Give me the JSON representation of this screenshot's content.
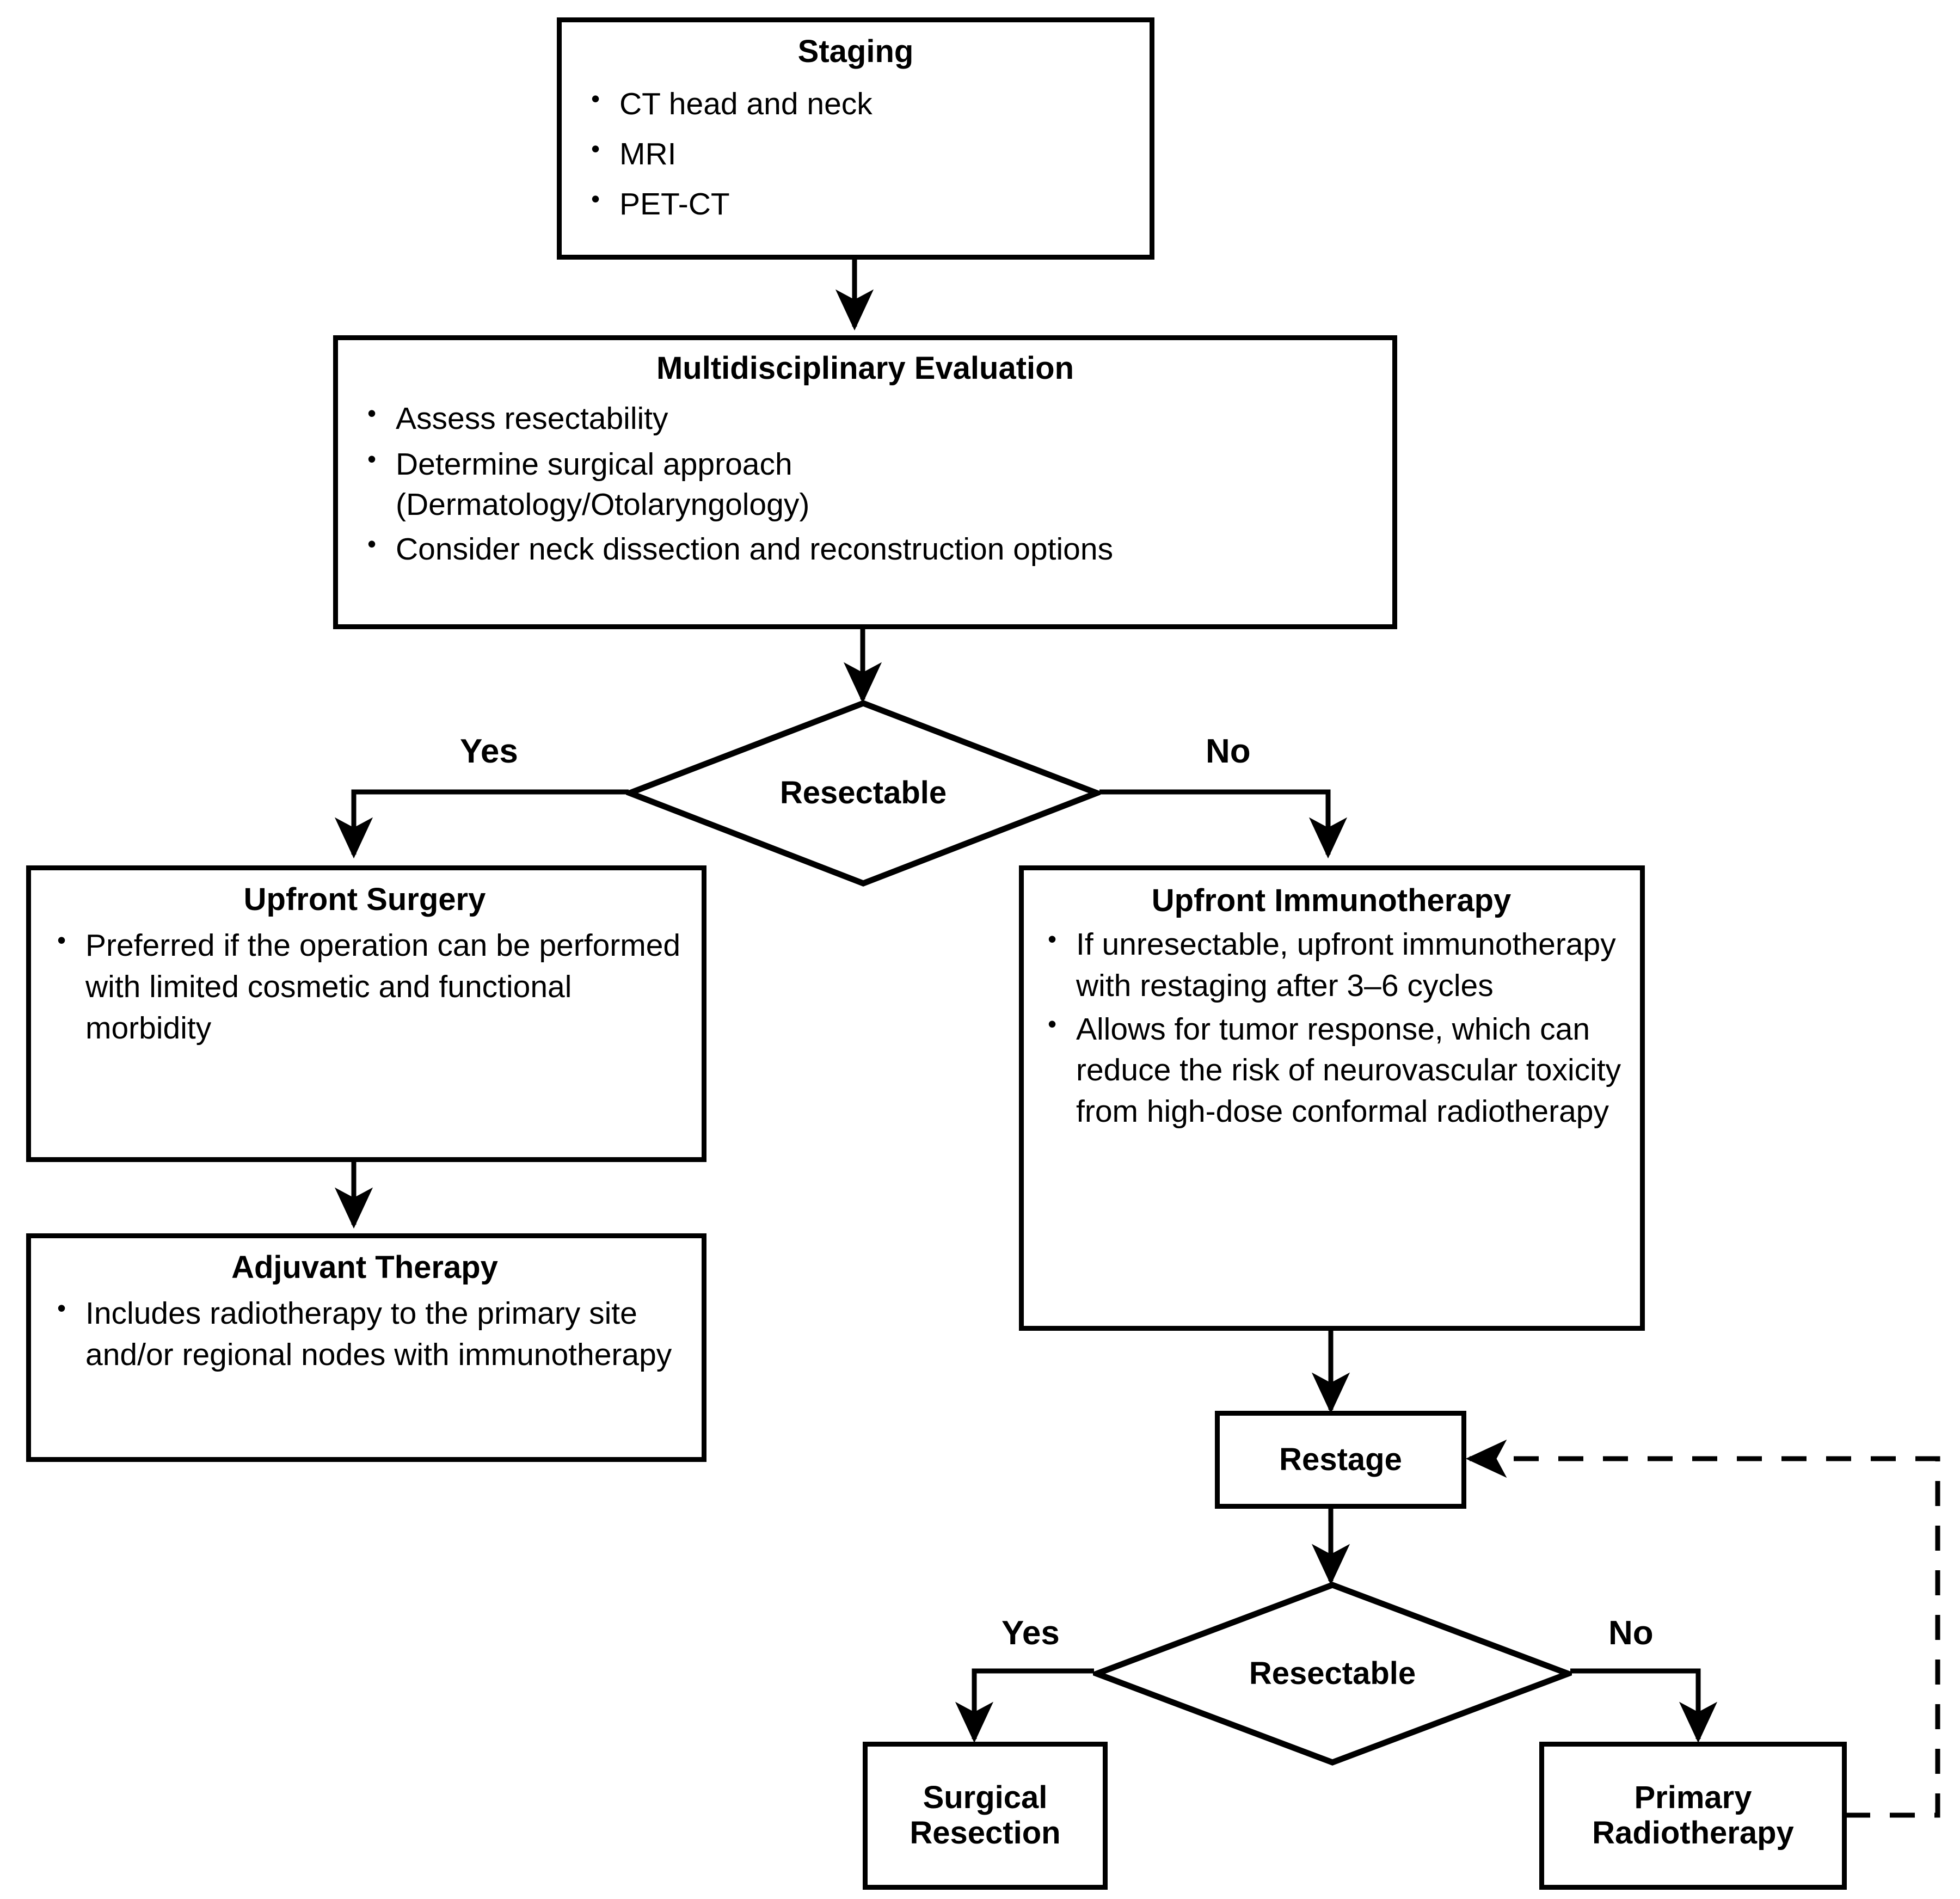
{
  "diagram": {
    "type": "clinical-treatment-flowchart",
    "orientation": "top-to-bottom",
    "line_color": "#000000",
    "background_color": "#ffffff"
  },
  "nodes": {
    "staging": {
      "id": "staging",
      "shape": "rectangle",
      "title": "Staging",
      "items": [
        "CT head and neck",
        "MRI",
        "PET-CT"
      ]
    },
    "multidisciplinary": {
      "id": "multidisciplinary-evaluation",
      "shape": "rectangle",
      "title": "Multidisciplinary Evaluation",
      "items": [
        "Assess resectability",
        "Determine surgical approach (Dermatology/Otolaryngology)",
        "Consider neck dissection and reconstruction options"
      ]
    },
    "decision_resectable_1": {
      "id": "resectable-1",
      "shape": "diamond",
      "label": "Resectable",
      "yes_label": "Yes",
      "no_label": "No"
    },
    "upfront_surgery": {
      "id": "upfront-surgery",
      "shape": "rectangle",
      "title": "Upfront Surgery",
      "items": [
        "Preferred if the operation can be performed with limited cosmetic and functional morbidity"
      ]
    },
    "adjuvant_therapy": {
      "id": "adjuvant-therapy",
      "shape": "rectangle",
      "title": "Adjuvant Therapy",
      "items": [
        "Includes radiotherapy to the primary site and/or regional nodes with immunotherapy"
      ]
    },
    "upfront_immunotherapy": {
      "id": "upfront-immunotherapy",
      "shape": "rectangle",
      "title": "Upfront Immunotherapy",
      "items": [
        "If unresectable, upfront immunotherapy with restaging after 3–6 cycles",
        "Allows for tumor response, which can reduce the risk of neurovascular toxicity from high-dose conformal radiotherapy"
      ]
    },
    "restage": {
      "id": "restage",
      "shape": "rectangle",
      "title": "Restage"
    },
    "decision_resectable_2": {
      "id": "resectable-2",
      "shape": "diamond",
      "label": "Resectable",
      "yes_label": "Yes",
      "no_label": "No"
    },
    "surgical_resection": {
      "id": "surgical-resection",
      "shape": "rectangle",
      "title_line1": "Surgical",
      "title_line2": "Resection"
    },
    "primary_radiotherapy": {
      "id": "primary-radiotherapy",
      "shape": "rectangle",
      "title_line1": "Primary",
      "title_line2": "Radiotherapy"
    }
  },
  "edges": [
    {
      "from": "staging",
      "to": "multidisciplinary",
      "style": "solid",
      "arrow": true
    },
    {
      "from": "multidisciplinary",
      "to": "decision_resectable_1",
      "style": "solid",
      "arrow": true
    },
    {
      "from": "decision_resectable_1",
      "to": "upfront_surgery",
      "style": "solid",
      "arrow": true,
      "label": "Yes"
    },
    {
      "from": "decision_resectable_1",
      "to": "upfront_immunotherapy",
      "style": "solid",
      "arrow": true,
      "label": "No"
    },
    {
      "from": "upfront_surgery",
      "to": "adjuvant_therapy",
      "style": "solid",
      "arrow": true
    },
    {
      "from": "upfront_immunotherapy",
      "to": "restage",
      "style": "solid",
      "arrow": true
    },
    {
      "from": "restage",
      "to": "decision_resectable_2",
      "style": "solid",
      "arrow": true
    },
    {
      "from": "decision_resectable_2",
      "to": "surgical_resection",
      "style": "solid",
      "arrow": true,
      "label": "Yes"
    },
    {
      "from": "decision_resectable_2",
      "to": "primary_radiotherapy",
      "style": "solid",
      "arrow": true,
      "label": "No"
    },
    {
      "from": "primary_radiotherapy",
      "to": "restage",
      "style": "dashed",
      "arrow": true
    }
  ]
}
